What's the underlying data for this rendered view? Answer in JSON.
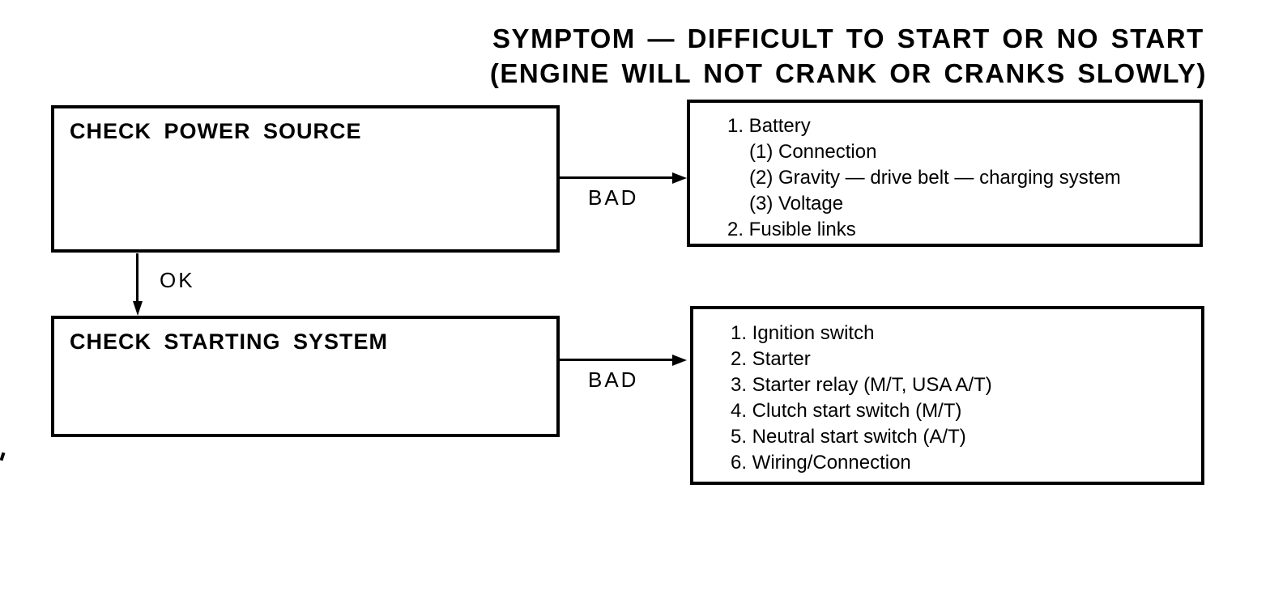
{
  "title": {
    "line1": "SYMPTOM — DIFFICULT TO START OR NO START",
    "line2": "(ENGINE WILL NOT CRANK OR CRANKS SLOWLY)"
  },
  "flowchart": {
    "steps": [
      {
        "check_label": "CHECK POWER SOURCE",
        "bad_label": "BAD",
        "ok_label": "OK",
        "causes": [
          "1. Battery",
          "(1) Connection",
          "(2) Gravity — drive belt — charging system",
          "(3) Voltage",
          "2. Fusible links"
        ]
      },
      {
        "check_label": "CHECK STARTING SYSTEM",
        "bad_label": "BAD",
        "causes": [
          "1. Ignition switch",
          "2. Starter",
          "3. Starter relay (M/T, USA A/T)",
          "4. Clutch start switch (M/T)",
          "5. Neutral start switch (A/T)",
          "6. Wiring/Connection"
        ]
      }
    ]
  },
  "colors": {
    "ink": "#000000",
    "paper": "#ffffff"
  }
}
